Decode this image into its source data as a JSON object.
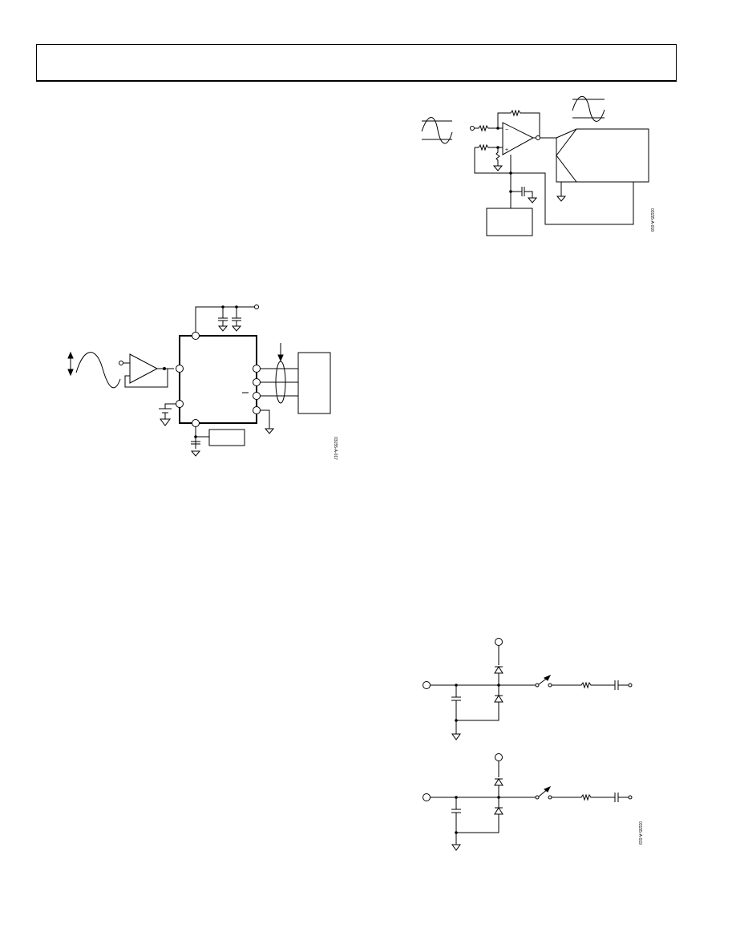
{
  "page": {
    "figures": [
      {
        "id": "signal-chain-adc-figure",
        "code": "03155-A-017"
      },
      {
        "id": "opamp-driver-figure",
        "code": "03155-A-018"
      },
      {
        "id": "input-switch-figure",
        "code": "03155-A-019"
      }
    ]
  }
}
